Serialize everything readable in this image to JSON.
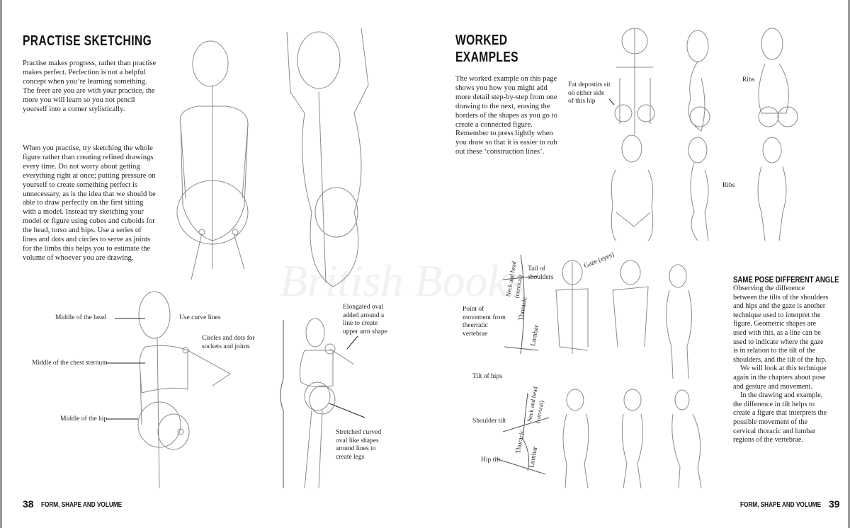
{
  "left_page": {
    "title": "PRACTISE SKETCHING",
    "paragraphs": [
      "Practise makes progress, rather than practise makes perfect. Perfection is not a helpful concept when you’re learning something. The freer are you are with your practice, the more you will learn so you not pencil yourself into a corner stylistically.",
      "When you practise, try sketching the whole figure rather than creating refined drawings every time. Do not worry about getting everything right at once; putting pressure on yourself to create something perfect is unnecessary, as is the idea that we should be able to draw perfectly on the first sitting with a model. Instead try sketching your model or figure using cubes and cuboids for the head, torso and hips. Use a series of lines and dots and circles to serve as joints for the limbs this helps you to estimate the volume of whoever you are drawing."
    ],
    "labels": {
      "head": "Middle of the head",
      "curve": "Use curve lines",
      "circles": "Circles and dots for sockets and joints",
      "chest": "Middle of the chest sternum",
      "hip": "Middle of the hip",
      "oval": "Elongated oval added around a line to create upper arm shape",
      "legs": "Stretched curved oval like shapes around lines to create legs"
    },
    "page_number": "38",
    "running_title": "FORM, SHAPE AND VOLUME"
  },
  "right_page": {
    "title": "WORKED EXAMPLES",
    "intro": "The worked example on this page shows you how you might add more detail step-by-step from one drawing to the next, erasing the borders of the shapes as you go to create a connected figure. Remember to press lightly when you draw so that it is easier to rub out these ‘construction lines’.",
    "labels": {
      "fat": "Fat depostits sit on either side of this hip",
      "ribs_top": "Ribs",
      "ribs_bottom": "Ribs",
      "tail": "Tail of shoulders",
      "neck1": "Neck and head (cervical)",
      "gaze": "Gaze (eyes)",
      "thoracic1": "Thoracic",
      "point": "Point of movement from theerratic vertebrae",
      "lumbar1": "Lumbar",
      "tilt_hips": "Tilt of hips",
      "shoulder_tilt": "Shoulder tilt",
      "hip_tilt": "Hip tilt",
      "neck2": "Neck and head (cervical)",
      "thoracic2": "Thoracic",
      "lumbar2": "Lumbar"
    },
    "side_title": "SAME POSE DIFFERENT ANGLE",
    "side_paragraphs": [
      "Observing the difference between the tilts of the shoulders and hips and the gaze is another technique used to interpret the figure. Geometric shapes are used with this, as a line can be used to indicate where the gaze is in relation to the tilt of the shoulders, and the tilt of the hip.",
      "We will look at this technique again in the chapters about pose and gesture and movement.",
      "In the drawing and example, the difference in tilt helps to create a figure that interprets the possible movement of the cervical thoracic and lumbar regions of the vertebrae."
    ],
    "page_number": "39",
    "running_title": "FORM, SHAPE AND VOLUME"
  },
  "watermark": "British Books",
  "colors": {
    "sketch": "#8a8a8a",
    "text": "#1a1a1a",
    "edge": "#9a9a9a"
  }
}
